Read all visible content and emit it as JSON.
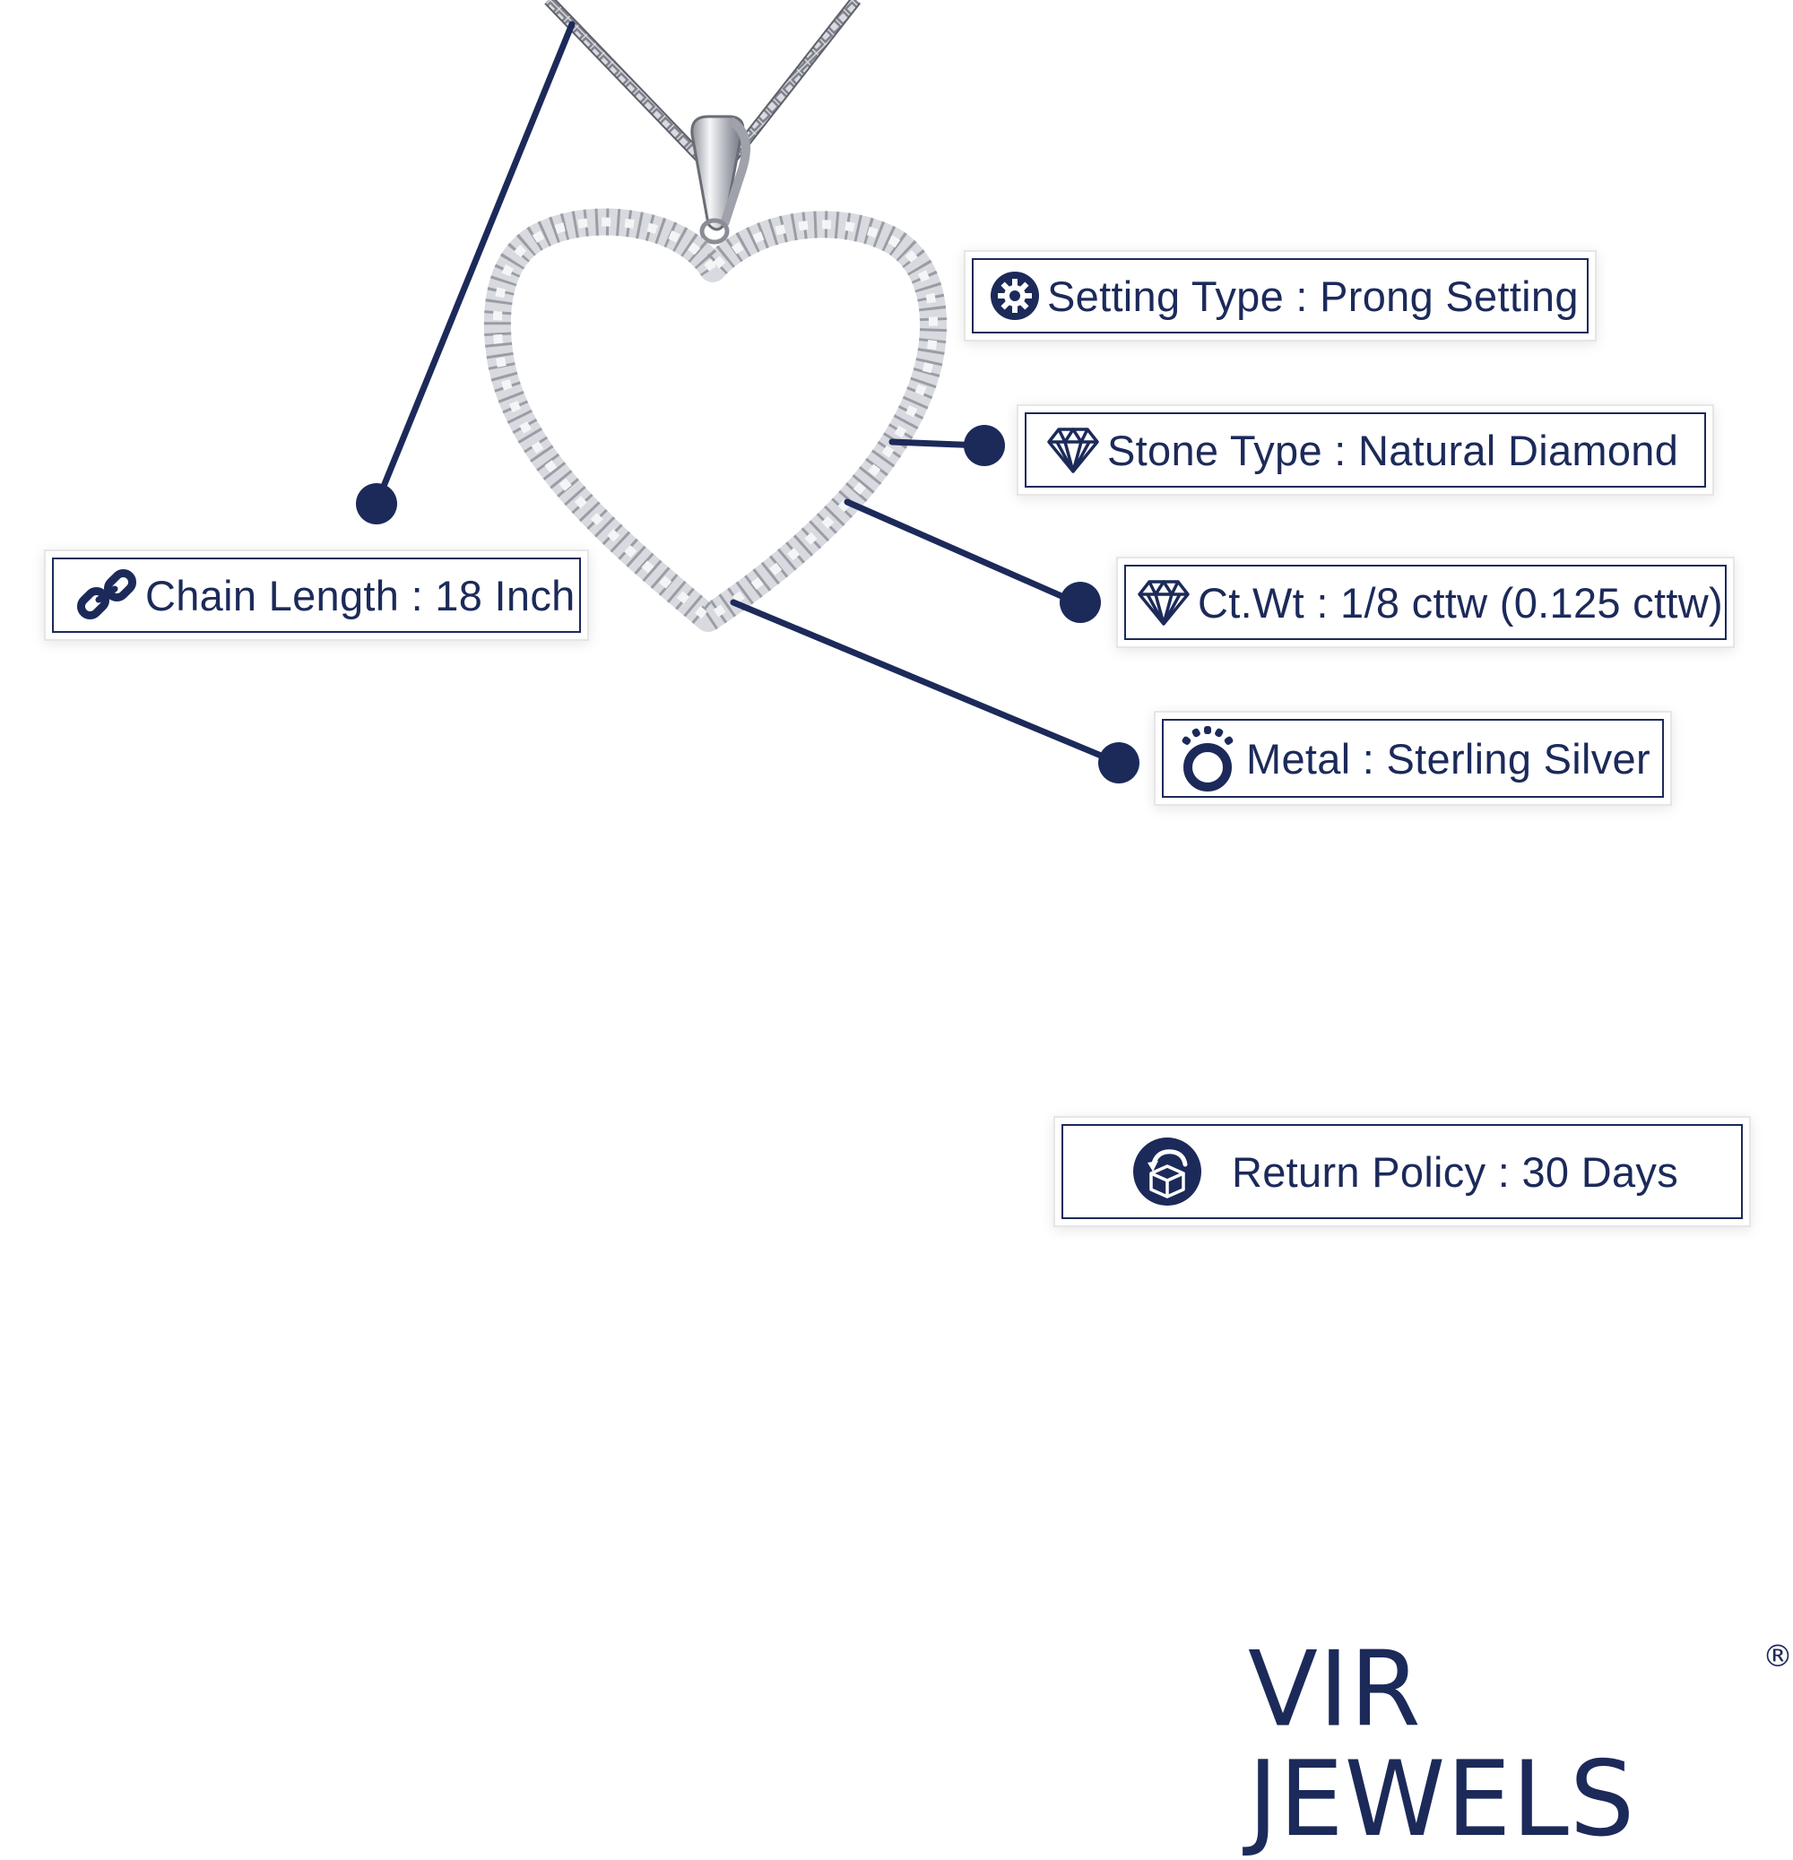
{
  "brand": {
    "name": "VIR JEWELS",
    "registered_mark": "®"
  },
  "colors": {
    "navy": "#1c2a5a",
    "metal": "#b9bcc3",
    "background": "#ffffff"
  },
  "labels": {
    "setting_type": {
      "text": "Setting Type : Prong Setting",
      "icon": "gear-icon"
    },
    "stone_type": {
      "text": "Stone Type : Natural Diamond",
      "icon": "diamond-icon"
    },
    "ct_wt": {
      "text": "Ct.Wt : 1/8 cttw (0.125 cttw)",
      "icon": "diamond-icon"
    },
    "metal": {
      "text": "Metal : Sterling Silver",
      "icon": "ring-icon"
    },
    "chain_length": {
      "text": "Chain Length : 18 Inch",
      "icon": "chain-link-icon"
    },
    "return_policy": {
      "text": "Return Policy : 30 Days",
      "icon": "return-box-icon"
    }
  },
  "product": {
    "image": "heart-pendant-necklace"
  }
}
